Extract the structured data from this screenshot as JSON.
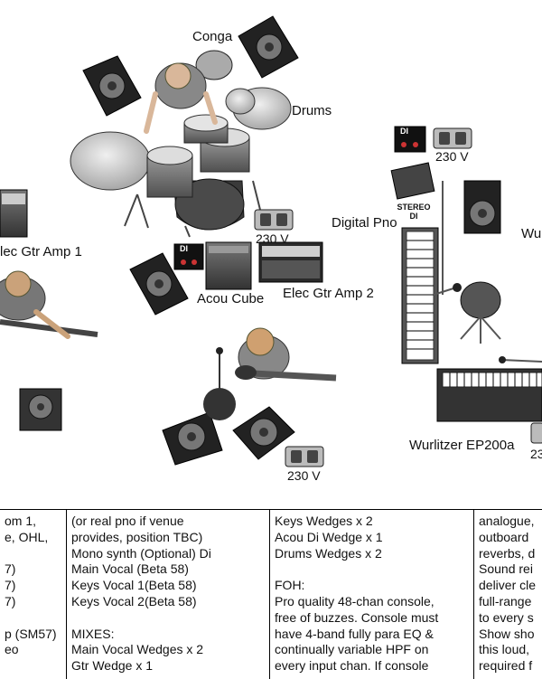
{
  "diagram": {
    "labels": {
      "conga": "Conga",
      "drums": "Drums",
      "elec_gtr_amp_1": "lec Gtr Amp 1",
      "acou_cube": "Acou Cube",
      "elec_gtr_amp_2": "Elec Gtr Amp 2",
      "digital_pno": "Digital Pno",
      "wurlitzer_partial": "Wu",
      "wurlitzer": "Wurlitzer EP200a",
      "stereo_di_line1": "STEREO",
      "stereo_di_line2": "DI",
      "di_box": "DI"
    },
    "power_label": "230 V",
    "power_partial": "23"
  },
  "notes": {
    "col1": [
      "om 1,",
      "e, OHL,",
      "",
      "7)",
      "7)",
      "7)",
      "",
      "p (SM57)",
      "eo"
    ],
    "col2": [
      "(or real pno if venue",
      "provides, position TBC)",
      "Mono synth (Optional) Di",
      "Main Vocal (Beta 58)",
      "Keys Vocal 1(Beta 58)",
      "Keys Vocal 2(Beta 58)",
      "",
      "MIXES:",
      "Main Vocal Wedges x 2",
      "Gtr Wedge x 1"
    ],
    "col3": [
      "Keys Wedges x 2",
      "Acou Di Wedge x 1",
      "Drums Wedges x 2",
      "",
      "FOH:",
      "Pro quality 48-chan console,",
      "free of buzzes. Console must",
      "have 4-band fully para EQ &",
      "continually variable HPF on",
      "every input chan. If console"
    ],
    "col4": [
      "analogue,",
      "outboard",
      "reverbs, d",
      "Sound rei",
      "deliver cle",
      "full-range",
      "to every s",
      "Show sho",
      "this loud,",
      "required f"
    ]
  }
}
